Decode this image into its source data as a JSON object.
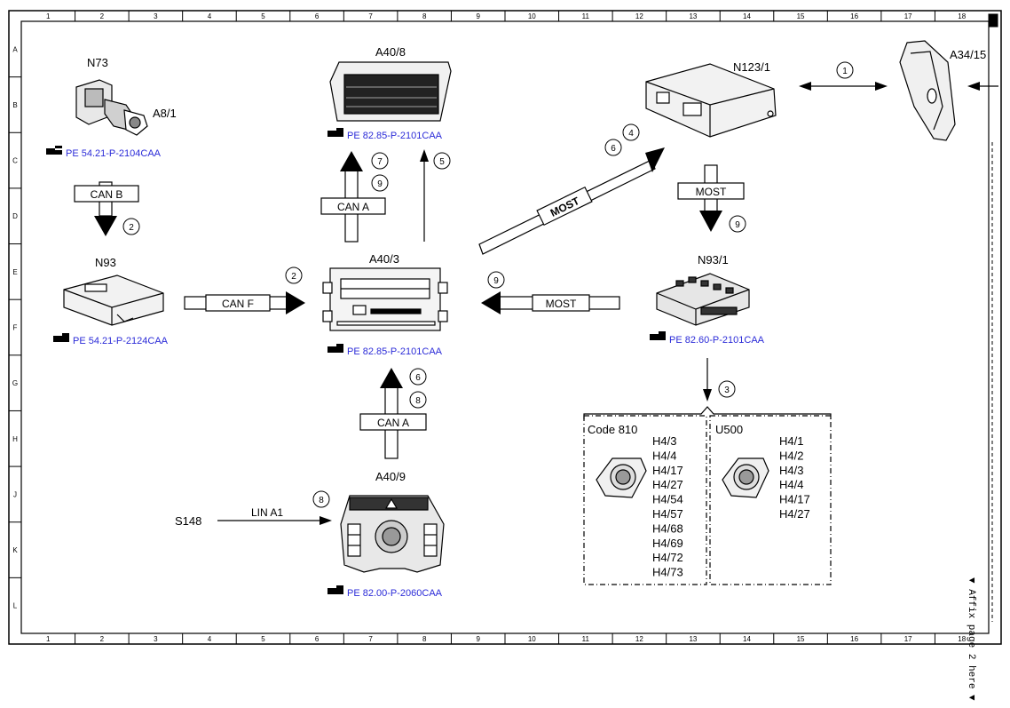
{
  "frame": {
    "columns": [
      "1",
      "2",
      "3",
      "4",
      "5",
      "6",
      "7",
      "8",
      "9",
      "10",
      "11",
      "12",
      "13",
      "14",
      "15",
      "16",
      "17",
      "18"
    ],
    "rows": [
      "A",
      "B",
      "C",
      "D",
      "E",
      "F",
      "G",
      "H",
      "J",
      "K",
      "L"
    ]
  },
  "components": {
    "n73": "N73",
    "a8_1": "A8/1",
    "a40_8": "A40/8",
    "n123_1": "N123/1",
    "a34_15": "A34/15",
    "n93": "N93",
    "a40_3": "A40/3",
    "n93_1": "N93/1",
    "a40_9": "A40/9",
    "s148": "S148"
  },
  "references": {
    "n73": "PE 54.21-P-2104CAA",
    "a40_8": "PE 82.85-P-2101CAA",
    "n93": "PE 54.21-P-2124CAA",
    "a40_3": "PE 82.85-P-2101CAA",
    "n93_1": "PE 82.60-P-2101CAA",
    "a40_9": "PE 82.00-P-2060CAA"
  },
  "buses": {
    "can_b": "CAN B",
    "can_a_top": "CAN A",
    "can_f": "CAN F",
    "most_diag": "MOST",
    "most_right": "MOST",
    "most_mid": "MOST",
    "can_a_bottom": "CAN A",
    "lin_a1": "LIN A1"
  },
  "markers": {
    "m1": "1",
    "m2_canb": "2",
    "m7": "7",
    "m9_top": "9",
    "m5": "5",
    "m6_diag": "6",
    "m4": "4",
    "m9_most": "9",
    "m2_canf": "2",
    "m9_right": "9",
    "m3": "3",
    "m6_bottom": "6",
    "m8_bottom": "8",
    "m8_lin": "8"
  },
  "speaker_groups": {
    "code810": {
      "title": "Code 810",
      "items": [
        "H4/3",
        "H4/4",
        "H4/17",
        "H4/27",
        "H4/54",
        "H4/57",
        "H4/68",
        "H4/69",
        "H4/72",
        "H4/73"
      ]
    },
    "u500": {
      "title": "U500",
      "items": [
        "H4/1",
        "H4/2",
        "H4/3",
        "H4/4",
        "H4/17",
        "H4/27"
      ]
    }
  },
  "side_note": "▼ Affix page 2 here ▼",
  "colors": {
    "reference_text": "#2b2bd8",
    "line": "#000000"
  },
  "icons": [
    "pointing-hand-icon"
  ]
}
